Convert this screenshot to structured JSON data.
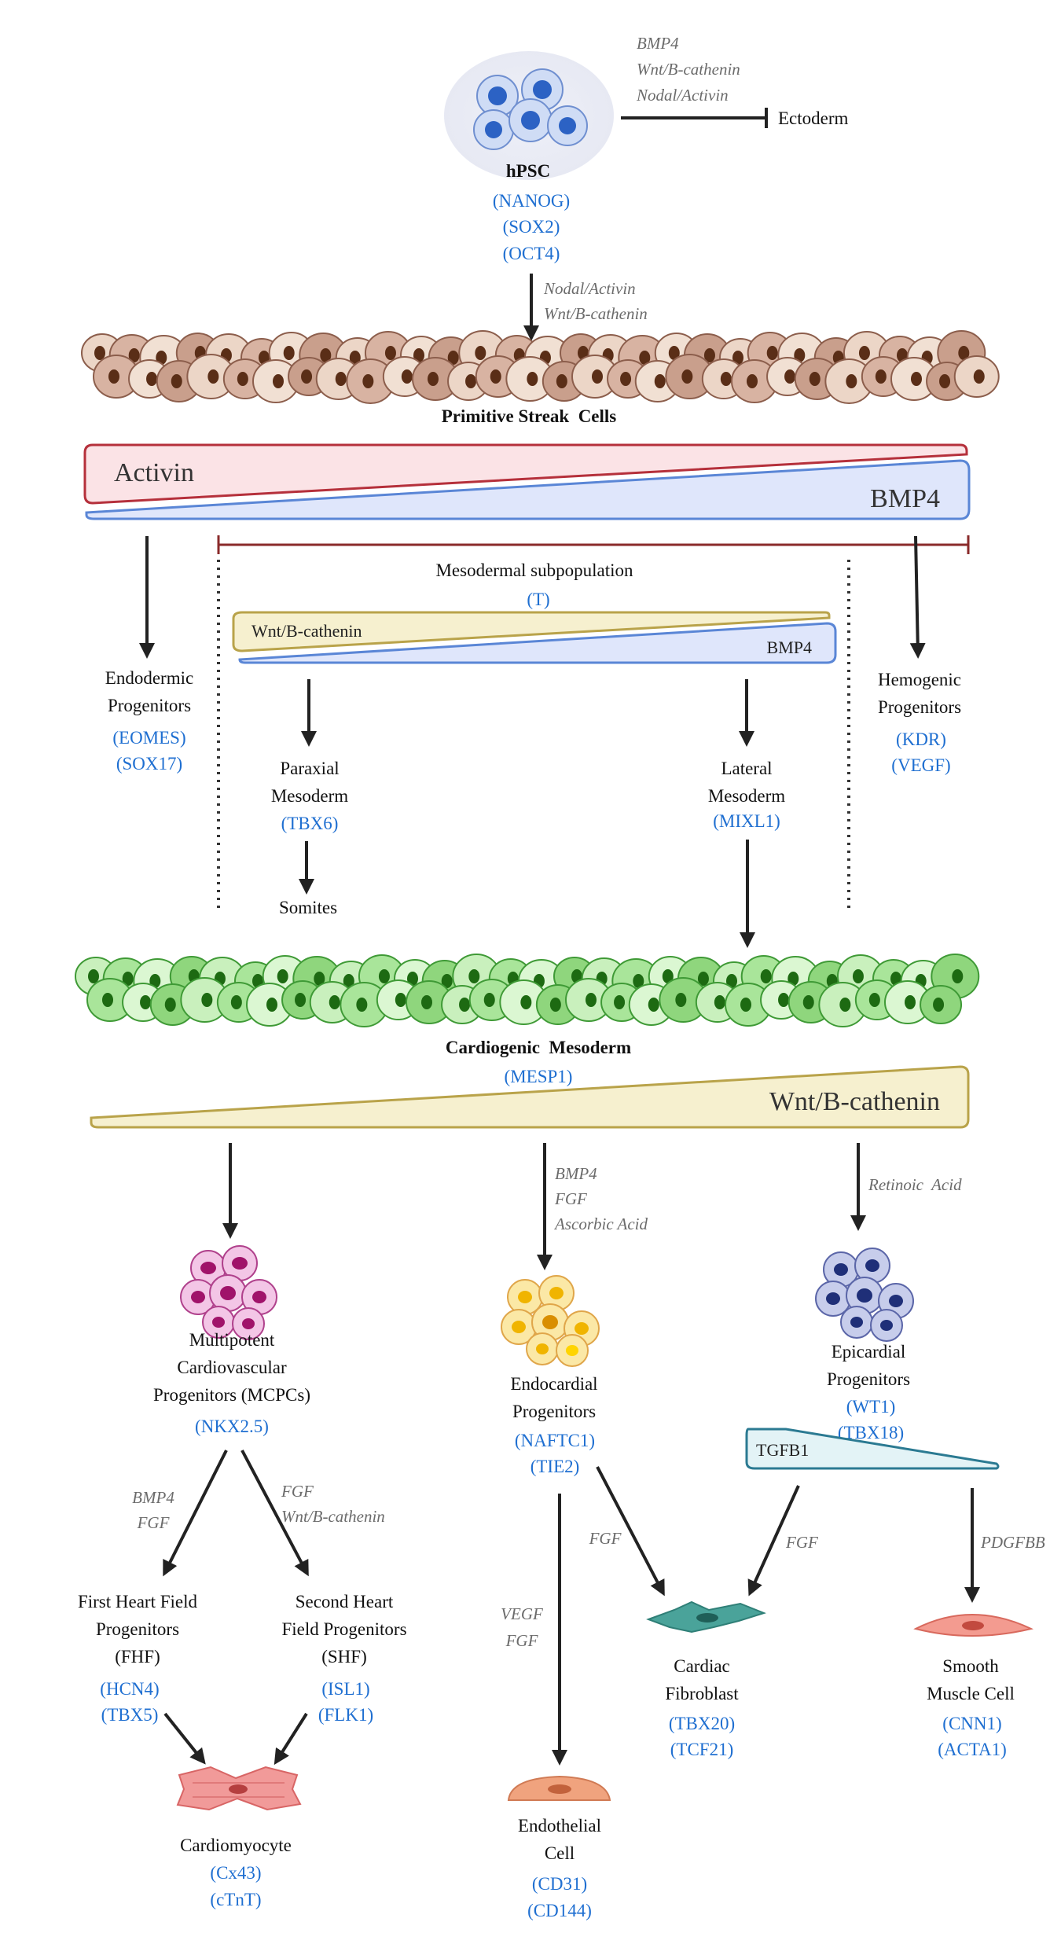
{
  "top": {
    "hpsc_label": "hPSC",
    "hpsc_genes": [
      "(NANOG)",
      "(SOX2)",
      "(OCT4)"
    ],
    "inhibit_signals": [
      "BMP4",
      "Wnt/B-cathenin",
      "Nodal/Activin"
    ],
    "ectoderm_label": "Ectoderm",
    "to_streak_signals": [
      "Nodal/Activin",
      "Wnt/B-cathenin"
    ],
    "primitive_streak_label": "Primitive Streak  Cells"
  },
  "gradients": {
    "activin": "Activin",
    "bmp4": "BMP4",
    "wnt_small": "Wnt/B-cathenin",
    "bmp4_small": "BMP4",
    "wnt_large": "Wnt/B-cathenin",
    "tgfb1": "TGFB1"
  },
  "mesoderm": {
    "subpop_label": "Mesodermal subpopulation",
    "subpop_gene": "(T)",
    "endodermic_label": [
      "Endodermic",
      "Progenitors"
    ],
    "endodermic_genes": [
      "(EOMES)",
      "(SOX17)"
    ],
    "hemogenic_label": [
      "Hemogenic",
      "Progenitors"
    ],
    "hemogenic_genes": [
      "(KDR)",
      "(VEGF)"
    ],
    "paraxial_label": [
      "Paraxial",
      "Mesoderm"
    ],
    "paraxial_gene": "(TBX6)",
    "somites_label": "Somites",
    "lateral_label": [
      "Lateral",
      "Mesoderm"
    ],
    "lateral_gene": "(MIXL1)"
  },
  "cardiogenic": {
    "label": "Cardiogenic  Mesoderm",
    "gene": "(MESP1)"
  },
  "lineages": {
    "middle_signals": [
      "BMP4",
      "FGF",
      "Ascorbic Acid"
    ],
    "right_signal": "Retinoic  Acid",
    "mcpc_label": [
      "Multipotent",
      "Cardiovascular",
      "Progenitors (MCPCs)"
    ],
    "mcpc_gene": "(NKX2.5)",
    "endocardial_label": [
      "Endocardial",
      "Progenitors"
    ],
    "endocardial_genes": [
      "(NAFTC1)",
      "(TIE2)"
    ],
    "epicardial_label": [
      "Epicardial",
      "Progenitors"
    ],
    "epicardial_genes": [
      "(WT1)",
      "(TBX18)"
    ],
    "fhf_signals": [
      "BMP4",
      "FGF"
    ],
    "shf_signals": [
      "FGF",
      "Wnt/B-cathenin"
    ],
    "fhf_label": [
      "First Heart Field",
      "Progenitors",
      "(FHF)"
    ],
    "fhf_genes": [
      "(HCN4)",
      "(TBX5)"
    ],
    "shf_label": [
      "Second Heart",
      "Field Progenitors",
      "(SHF)"
    ],
    "shf_genes": [
      "(ISL1)",
      "(FLK1)"
    ],
    "cardiomyocyte_label": "Cardiomyocyte",
    "cardiomyocyte_genes": [
      "(Cx43)",
      "(cTnT)"
    ],
    "endothelial_signals": [
      "VEGF",
      "FGF"
    ],
    "fibro_signal_left": "FGF",
    "fibro_signal_right": "FGF",
    "smc_signal": "PDGFBB",
    "fibroblast_label": [
      "Cardiac",
      "Fibroblast"
    ],
    "fibroblast_genes": [
      "(TBX20)",
      "(TCF21)"
    ],
    "smc_label": [
      "Smooth",
      "Muscle Cell"
    ],
    "smc_genes": [
      "(CNN1)",
      "(ACTA1)"
    ],
    "endothelial_label": [
      "Endothelial",
      "Cell"
    ],
    "endothelial_genes": [
      "(CD31)",
      "(CD144)"
    ]
  },
  "colors": {
    "text_gene": "#1f6fd1",
    "text_signal": "#6b6b6b",
    "arrow": "#222222",
    "activin_fill": "#fbe3e6",
    "activin_stroke": "#b5303b",
    "bmp4_fill": "#dfe6fb",
    "bmp4_stroke": "#5a86d6",
    "wnt_fill": "#f6f0cf",
    "wnt_stroke": "#b9a34a",
    "tgfb1_fill": "#e3f3f6",
    "tgfb1_stroke": "#2b7a92",
    "streak_cells": "#e3c9bb",
    "cardiogenic_cells": "#a9e59a"
  }
}
